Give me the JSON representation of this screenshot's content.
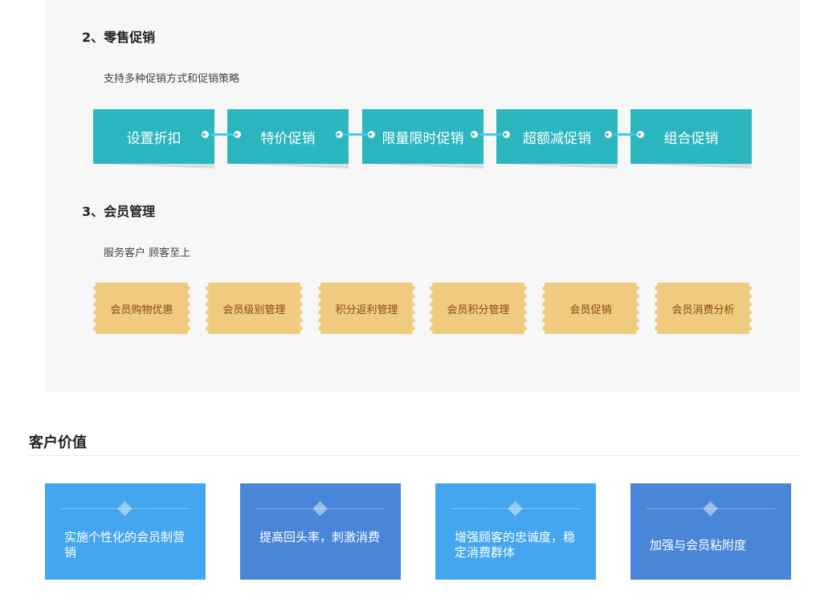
{
  "retail": {
    "title": "2、零售促销",
    "desc": "支持多种促销方式和促销策略",
    "items": [
      "设置折扣",
      "特价促销",
      "限量限时促销",
      "超额减促销",
      "组合促销"
    ]
  },
  "member": {
    "title": "3、会员管理",
    "desc": "服务客户 顾客至上",
    "items": [
      "会员购物优惠",
      "会员级别管理",
      "积分返利管理",
      "会员积分管理",
      "会员促销",
      "会员消费分析"
    ]
  },
  "customer_value": {
    "title": "客户价值",
    "cards": [
      {
        "text": "实施个性化的会员制营销",
        "color": "#44a6ee"
      },
      {
        "text": "提高回头率，刺激消费",
        "color": "#4a86d8"
      },
      {
        "text": "增强顾客的忠诚度，稳定消费群体",
        "color": "#44a6ee"
      },
      {
        "text": "加强与会员粘附度",
        "color": "#4a86d8"
      }
    ]
  }
}
